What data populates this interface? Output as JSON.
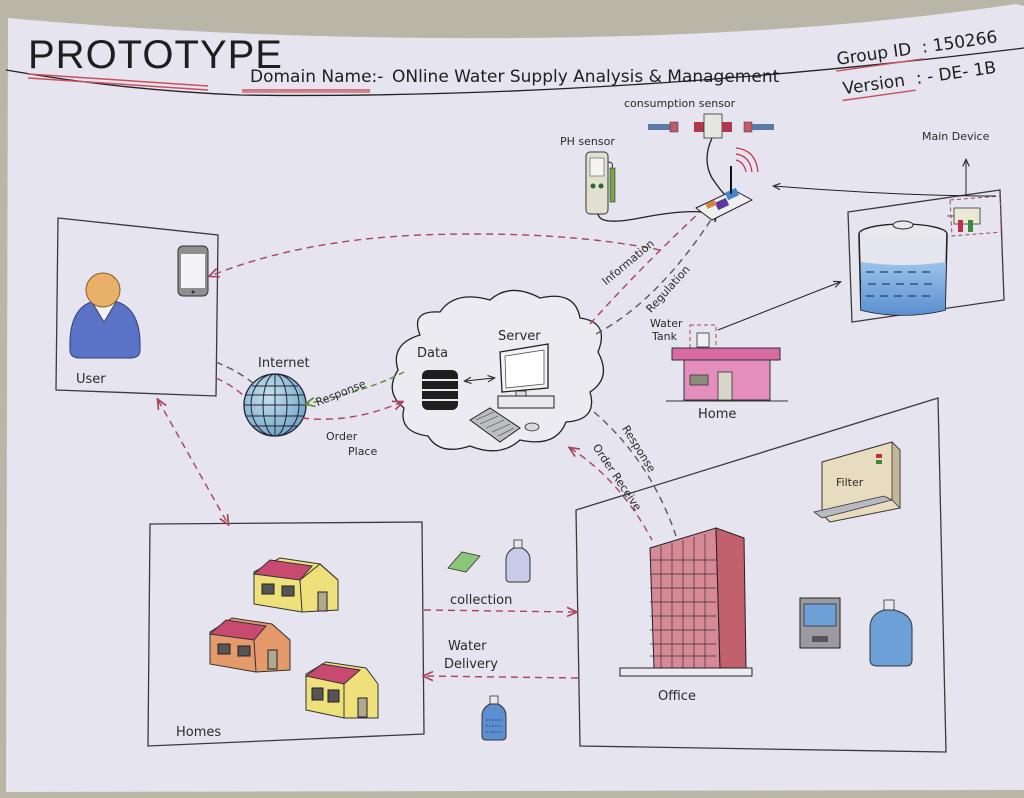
{
  "header": {
    "title": "PROTOTYPE",
    "domain_label": "Domain Name:-",
    "domain_value": "ONline Water Supply Analysis & Management",
    "group_id_label": "Group ID",
    "group_id_value": ": 150266",
    "version_label": "Version",
    "version_value": ": - DE- 1B"
  },
  "nodes": {
    "user": {
      "label": "User"
    },
    "internet": {
      "label": "Internet"
    },
    "cloud": {
      "data_label": "Data",
      "server_label": "Server"
    },
    "ph_sensor": {
      "label": "PH sensor"
    },
    "consumption_sensor": {
      "label": "consumption sensor"
    },
    "main_device": {
      "label": "Main Device"
    },
    "water_tank": {
      "label_line1": "Water",
      "label_line2": "Tank"
    },
    "home": {
      "label": "Home"
    },
    "homes": {
      "label": "Homes"
    },
    "office": {
      "label": "Office"
    },
    "filter": {
      "label": "Filter"
    }
  },
  "edges": {
    "information": "Information",
    "regulation": "Regulation",
    "response_internet": "Response",
    "order_place_line1": "Order",
    "order_place_line2": "Place",
    "response_office": "Response",
    "order_receive": "Order Receive",
    "collection": "collection",
    "water_delivery_line1": "Water",
    "water_delivery_line2": "Delivery"
  },
  "colors": {
    "paper": "#e6e4ef",
    "background": "#b9b6a7",
    "ink": "#222222",
    "red_dash": "#a8455a",
    "green_dash": "#5c8a3c",
    "underline_red": "#c8505e",
    "user_blue": "#5a73c6",
    "head_orange": "#e8b068",
    "home_pink": "#d86aa4",
    "office_red": "#c2606e",
    "water_blue": "#6ea0d8",
    "house_yellow": "#eee07a",
    "house_orange": "#e59a6c",
    "roof_red": "#c84a70"
  }
}
